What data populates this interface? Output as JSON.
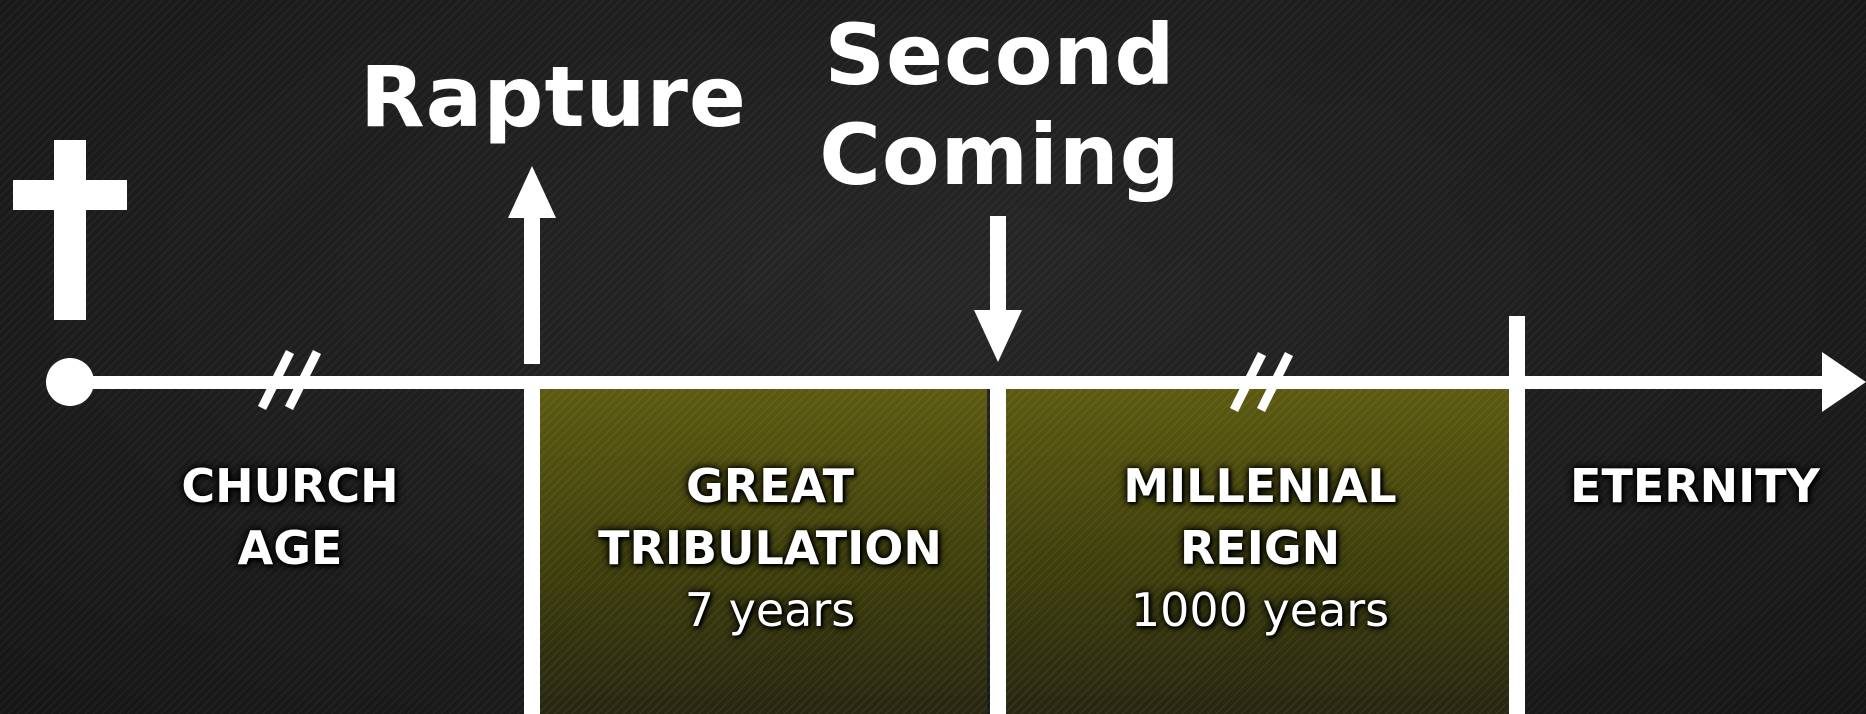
{
  "events": {
    "rapture": "Rapture",
    "second_coming_line1": "Second",
    "second_coming_line2": "Coming"
  },
  "periods": {
    "church_age": {
      "line1": "CHURCH",
      "line2": "AGE"
    },
    "tribulation": {
      "line1": "GREAT",
      "line2": "TRIBULATION",
      "duration": "7 years"
    },
    "millennium": {
      "line1": "MILLENIAL",
      "line2": "REIGN",
      "duration": "1000 years"
    },
    "eternity": {
      "line1": "ETERNITY"
    }
  },
  "colors": {
    "background": "#1e1e1e",
    "line": "#ffffff",
    "panel": "#4f4e0f"
  },
  "icons": {
    "start": "cross-icon"
  }
}
